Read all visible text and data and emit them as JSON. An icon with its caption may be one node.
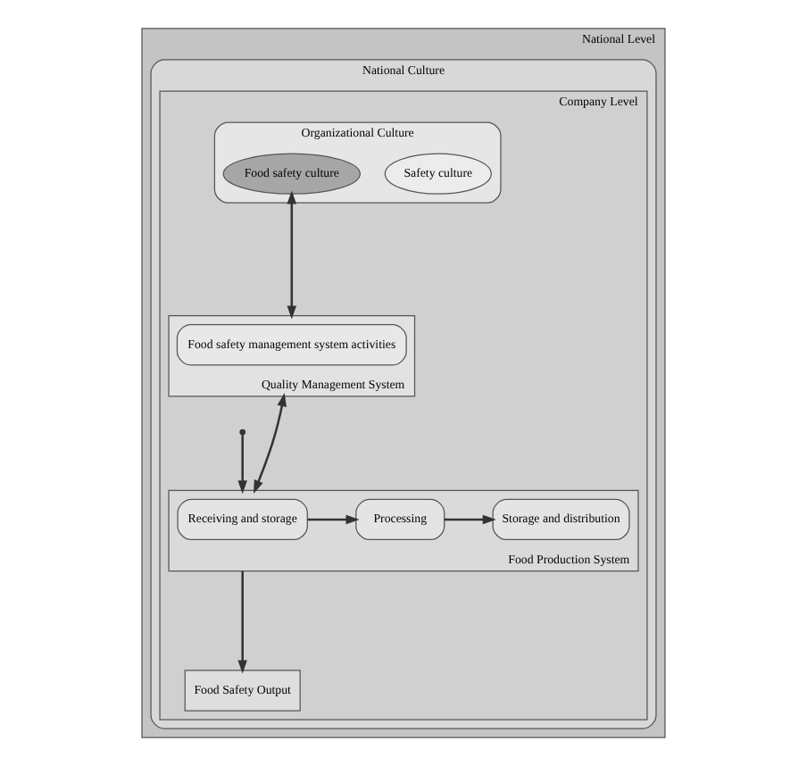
{
  "diagram": {
    "nodes": [
      {
        "text": [
          "National Level"
        ]
      },
      {
        "text": [
          "National Culture"
        ],
        "in": 0
      },
      {
        "text": [
          "Company Level"
        ],
        "in": 1
      },
      {
        "text": [
          "Organizational Culture"
        ],
        "in": 2
      },
      {
        "text": [
          "Safety culture"
        ],
        "in": 3
      },
      {
        "text": [
          "Food safety culture"
        ],
        "in": 3
      },
      {
        "text": [
          "Quality Management System"
        ],
        "in": 2
      },
      {
        "text": [
          "Food safety management system activities"
        ],
        "in": 6
      },
      {
        "text": [
          "Food Production System"
        ],
        "in": 2
      },
      {
        "text": [
          "Receiving and storage"
        ],
        "in": 8
      },
      {
        "text": [
          "Processing"
        ],
        "in": 8
      },
      {
        "text": [
          "Storage and distribution"
        ],
        "in": 8
      },
      {
        "text": [
          "Food Safety Output"
        ],
        "in": 2
      }
    ],
    "edges": [
      {
        "from": 5,
        "to": 6,
        "arrow": "both"
      },
      {
        "from": 6,
        "to": 8,
        "arrow": "both"
      },
      {
        "from": null,
        "to": 8,
        "arrow": "to"
      },
      {
        "from": 9,
        "to": 10,
        "arrow": "to"
      },
      {
        "from": 10,
        "to": 11,
        "arrow": "to"
      },
      {
        "from": 8,
        "to": 12,
        "arrow": "to"
      }
    ]
  }
}
